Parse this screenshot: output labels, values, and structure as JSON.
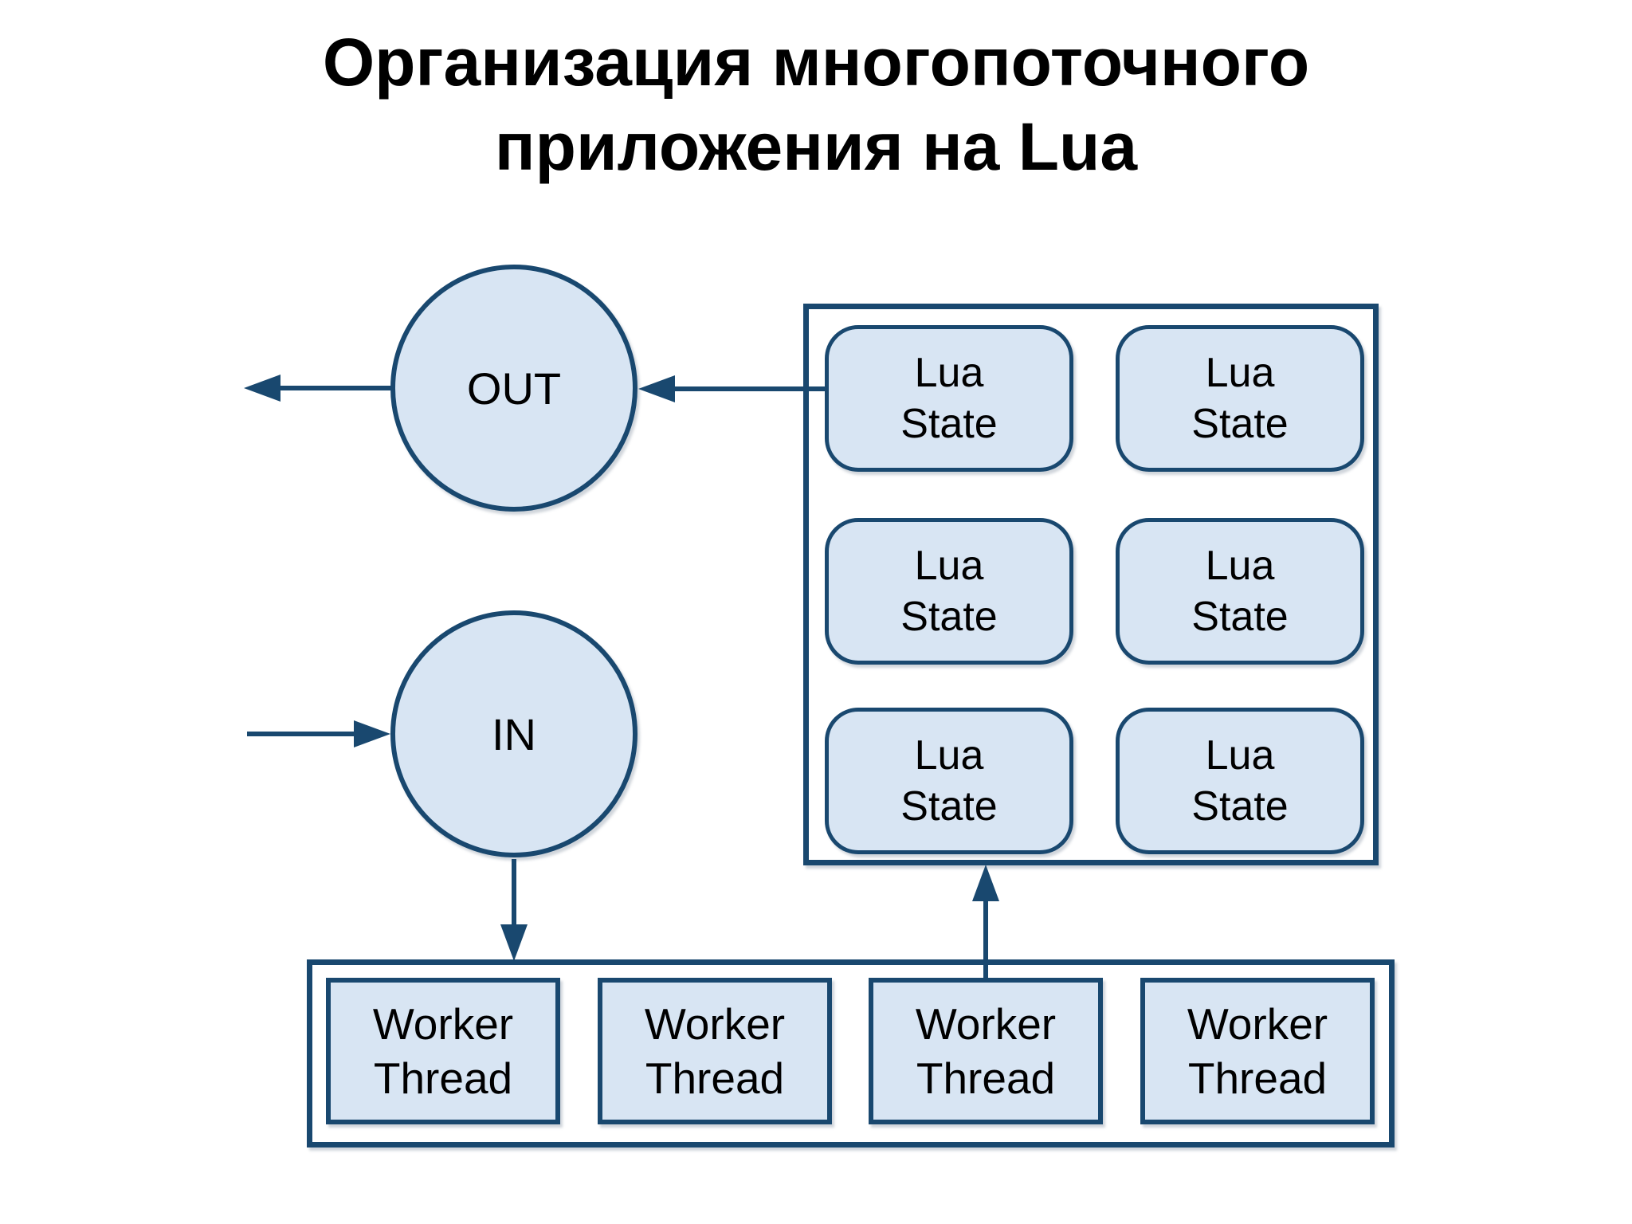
{
  "title": {
    "line1": "Организация многопоточного",
    "line2": "приложения на Lua"
  },
  "nodes": {
    "out": {
      "label": "OUT"
    },
    "in": {
      "label": "IN"
    },
    "lua_states": [
      "Lua\nState",
      "Lua\nState",
      "Lua\nState",
      "Lua\nState",
      "Lua\nState",
      "Lua\nState"
    ],
    "worker_threads": [
      "Worker\nThread",
      "Worker\nThread",
      "Worker\nThread",
      "Worker\nThread"
    ]
  },
  "edges": [
    {
      "from": "out-circle",
      "to": "outside-left",
      "direction": "left"
    },
    {
      "from": "lua-pool",
      "to": "out-circle",
      "direction": "left"
    },
    {
      "from": "outside-left",
      "to": "in-circle",
      "direction": "right"
    },
    {
      "from": "in-circle",
      "to": "worker-pool",
      "direction": "down"
    },
    {
      "from": "worker-thread-3",
      "to": "lua-pool",
      "direction": "up"
    }
  ],
  "colors": {
    "stroke": "#19486f",
    "node_fill": "#d8e5f3",
    "text": "#000000",
    "background": "#ffffff"
  }
}
